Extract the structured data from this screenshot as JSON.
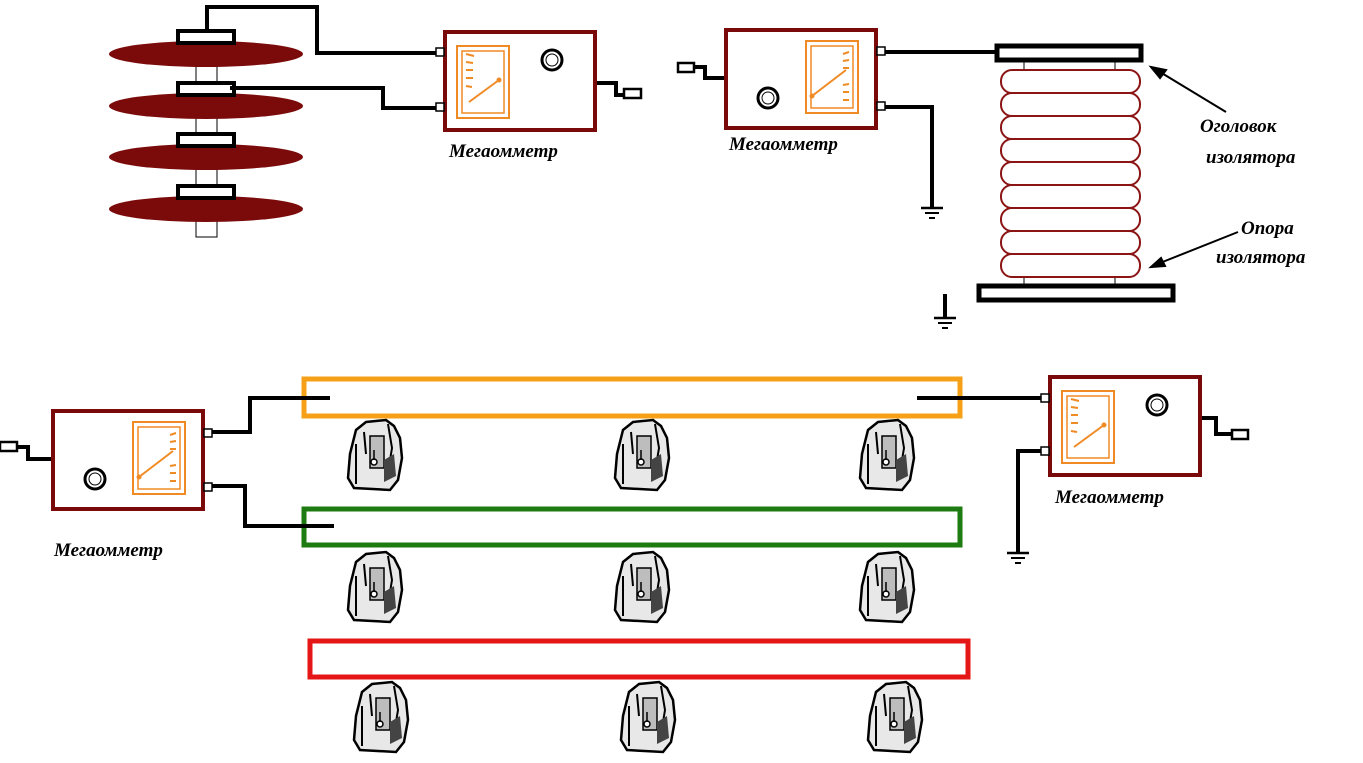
{
  "labels": {
    "meter1": "Мегаомметр",
    "meter2": "Мегаомметр",
    "meter3": "Мегаомметр",
    "meter4": "Мегаомметр",
    "cap_line1": "Оголовок",
    "cap_line2": "изолятора",
    "base_line1": "Опора",
    "base_line2": "изолятора"
  },
  "colors": {
    "meter_frame": "#7a0a0a",
    "dial": "#f08a24",
    "disc": "#7b0b0b",
    "coil": "#8b1414",
    "bus_top": "#f5a016",
    "bus_middle": "#1e7b12",
    "bus_bottom": "#e51616",
    "wire": "#000000"
  },
  "icons": [
    "megohmmeter-icon",
    "ground-icon",
    "suspension-insulator-icon",
    "support-insulator-icon",
    "disconnector-insulator-icon"
  ]
}
